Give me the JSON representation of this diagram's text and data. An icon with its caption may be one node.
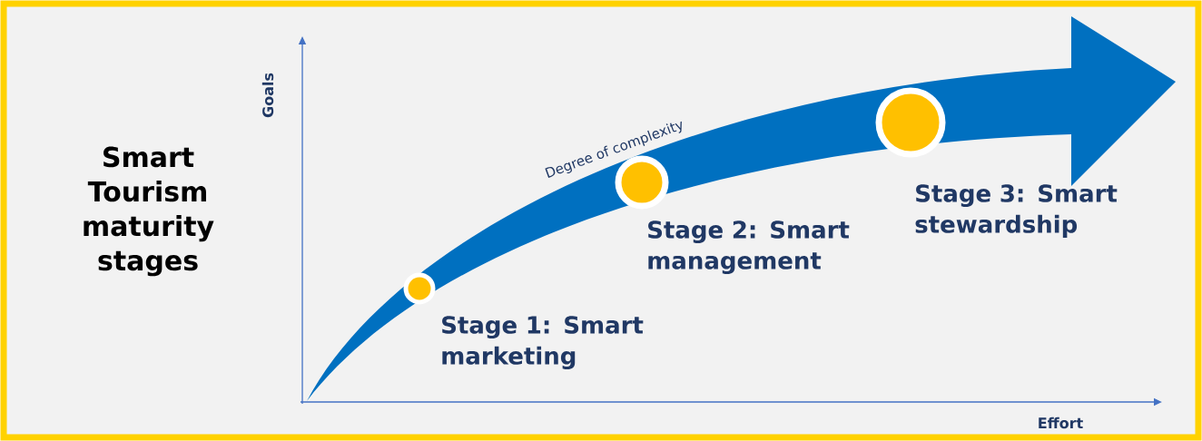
{
  "diagram": {
    "title": "Smart Tourism maturity stages",
    "nodes": [
      {
        "text": [],
        "shape": "circle",
        "beside": [
          "Stage 1: Smart marketing"
        ]
      },
      {
        "text": [],
        "shape": "circle",
        "beside": [
          "Stage 2: Smart management"
        ]
      },
      {
        "text": [],
        "shape": "circle",
        "beside": [
          "Stage 3: Smart stewardship"
        ]
      }
    ],
    "labels": [
      "Goals",
      "Degree of complexity",
      "Effort"
    ]
  }
}
